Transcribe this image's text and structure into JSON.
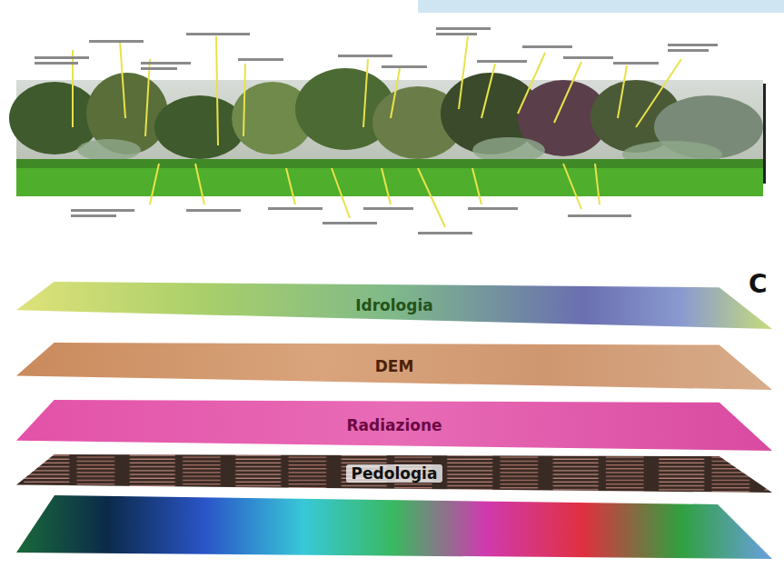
{
  "diagram": {
    "nodes": [
      {
        "text": [
          "Idrologia"
        ]
      },
      {
        "text": [
          "DEM"
        ]
      },
      {
        "text": [
          "Radiazione"
        ]
      },
      {
        "text": [
          "Pedologia"
        ]
      }
    ],
    "labels": [
      "C"
    ]
  }
}
